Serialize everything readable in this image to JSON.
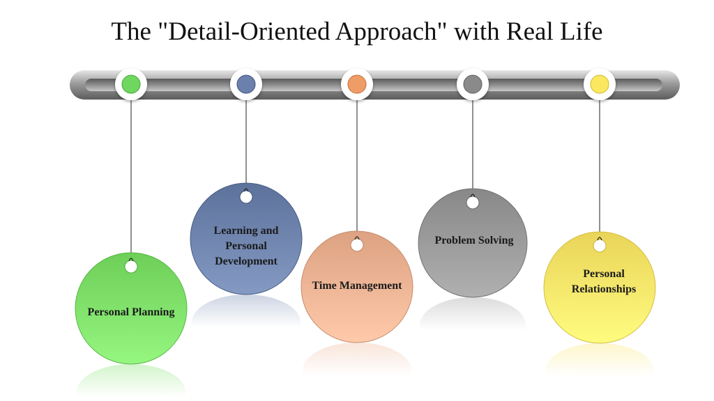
{
  "title": "The \"Detail-Oriented Approach\" with Real Life",
  "items": [
    {
      "label": "Personal Planning",
      "color": "#7fe06a",
      "knob": "#6fd660"
    },
    {
      "label": "Learning and Personal Development",
      "color": "#6e84ad",
      "knob": "#6c80ad"
    },
    {
      "label": "Time Management",
      "color": "#eeb494",
      "knob": "#ef9c66"
    },
    {
      "label": "Problem Solving",
      "color": "#9a9a9a",
      "knob": "#8a8a8a"
    },
    {
      "label": "Personal Relationships",
      "color": "#fbe66a",
      "knob": "#fbe760"
    }
  ]
}
